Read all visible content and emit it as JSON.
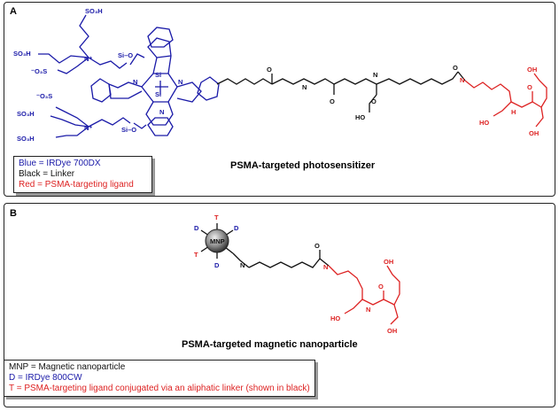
{
  "colors": {
    "blue": "#1a1aa8",
    "black": "#111111",
    "red": "#dd2222",
    "frame": "#222222"
  },
  "panelA": {
    "label": "A",
    "caption": "PSMA-targeted photosensitizer",
    "legend": [
      {
        "text": "Blue = IRDye 700DX",
        "color": "blue"
      },
      {
        "text": "Black = Linker",
        "color": "black"
      },
      {
        "text": "Red = PSMA-targeting ligand",
        "color": "red"
      }
    ],
    "atoms": {
      "so3h": "SO₃H",
      "so3m": "⁻O₃S",
      "nplus": "N⁺",
      "sio": "Si–O",
      "si": "Si",
      "n": "N",
      "nh": "N",
      "h": "H",
      "o": "O",
      "oh": "OH",
      "hooc": "HO",
      "cooh": "OH",
      "ho": "HO"
    }
  },
  "panelB": {
    "label": "B",
    "caption": "PSMA-targeted magnetic nanoparticle",
    "sphere_label": "MNP",
    "d_label": "D",
    "t_label": "T",
    "legend": [
      {
        "text": "MNP = Magnetic nanoparticle",
        "color": "black"
      },
      {
        "text": "D = IRDye 800CW",
        "color": "blue"
      },
      {
        "text": "T = PSMA-targeting ligand conjugated via an aliphatic linker (shown in black)",
        "color": "red"
      }
    ]
  }
}
